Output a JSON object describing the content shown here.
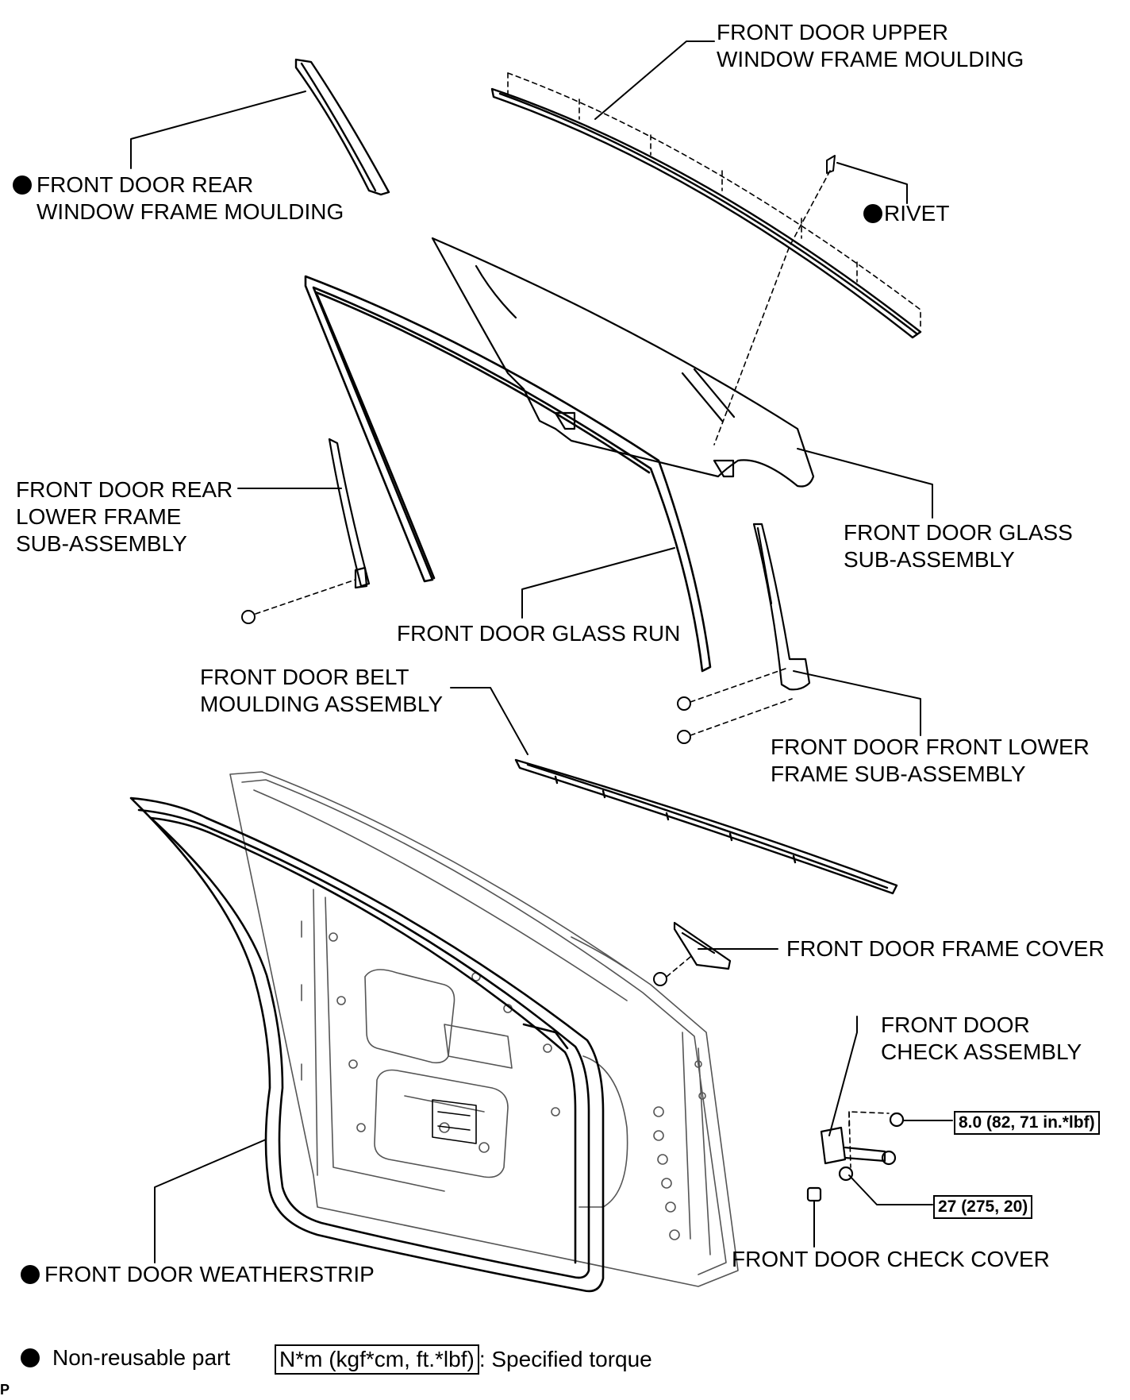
{
  "labels": {
    "upper_moulding_1": "FRONT DOOR UPPER",
    "upper_moulding_2": "WINDOW FRAME MOULDING",
    "rear_moulding_1": "FRONT DOOR REAR",
    "rear_moulding_2": "WINDOW FRAME MOULDING",
    "rivet": "RIVET",
    "rear_lower_1": "FRONT DOOR REAR",
    "rear_lower_2": "LOWER FRAME",
    "rear_lower_3": "SUB-ASSEMBLY",
    "glass_1": "FRONT DOOR GLASS",
    "glass_2": "SUB-ASSEMBLY",
    "glass_run": "FRONT DOOR GLASS RUN",
    "belt_1": "FRONT DOOR BELT",
    "belt_2": "MOULDING ASSEMBLY",
    "front_lower_1": "FRONT DOOR FRONT LOWER",
    "front_lower_2": "FRAME SUB-ASSEMBLY",
    "frame_cover": "FRONT DOOR FRAME COVER",
    "check_assy_1": "FRONT DOOR",
    "check_assy_2": "CHECK ASSEMBLY",
    "check_cover": "FRONT DOOR CHECK COVER",
    "weatherstrip": "FRONT DOOR WEATHERSTRIP"
  },
  "torques": {
    "nut": "8.0 (82, 71 in.*lbf)",
    "bolt": "27 (275, 20)"
  },
  "legend": {
    "nonreusable": "Non-reusable part",
    "torque_unit": "N*m (kgf*cm, ft.*lbf)",
    "torque_desc": ": Specified torque"
  },
  "corner_mark": "P",
  "icons": {
    "non_reusable_marker": "filled-circle-icon"
  },
  "colors": {
    "ink": "#000000",
    "background": "#ffffff"
  }
}
